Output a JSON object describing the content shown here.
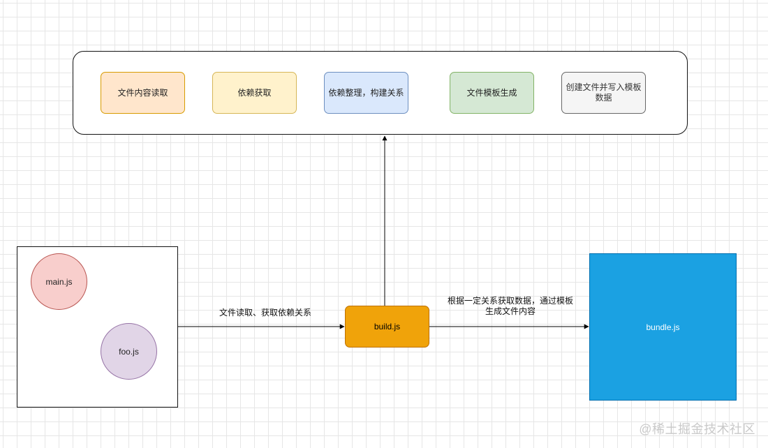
{
  "pipeline": {
    "steps": [
      {
        "label": "文件内容读取"
      },
      {
        "label": "依赖获取"
      },
      {
        "label": "依赖整理，构建关系"
      },
      {
        "label": "文件模板生成"
      },
      {
        "label": "创建文件并写入模板数据"
      }
    ]
  },
  "source": {
    "files": [
      {
        "label": "main.js"
      },
      {
        "label": "foo.js"
      }
    ]
  },
  "build": {
    "label": "build.js"
  },
  "output": {
    "label": "bundle.js"
  },
  "edges": {
    "read_label": "文件读取、获取依赖关系",
    "generate_label": "根据一定关系获取数据，通过模板生成文件内容"
  },
  "watermark": "@稀土掘金技术社区",
  "colors": {
    "step1": "#ffe6cc",
    "step2": "#fff2cc",
    "step3": "#dae8fc",
    "step4": "#d5e8d4",
    "step5": "#f5f5f5",
    "main_js": "#f8cecc",
    "foo_js": "#e1d5e7",
    "build_js": "#f0a30a",
    "bundle_js": "#1ba1e2"
  }
}
